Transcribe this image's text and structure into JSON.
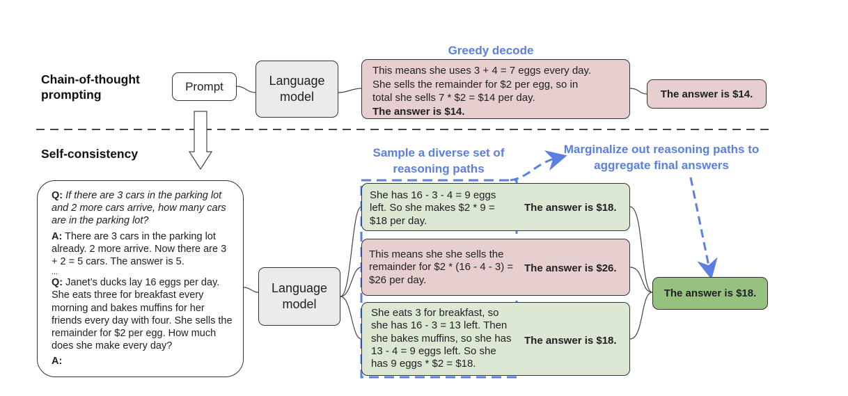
{
  "labels": {
    "cot": "Chain-of-thought prompting",
    "sc": "Self-consistency",
    "greedy": "Greedy decode",
    "sample": "Sample a diverse set of reasoning paths",
    "marginalize": "Marginalize out reasoning paths to aggregate final answers"
  },
  "prompt_box": "Prompt",
  "lm_label": "Language model",
  "greedy_box": {
    "line1": "This means she uses 3 + 4 = 7 eggs every day.",
    "line2": "She sells the remainder for $2 per egg, so in",
    "line3": "total she sells 7 * $2 = $14 per day.",
    "line4": "The answer is $14."
  },
  "greedy_answer": "The answer is $14.",
  "question_box": {
    "q1_prefix": "Q:",
    "q1": "If there are 3 cars in the parking lot and 2 more cars arrive, how many cars are in the parking lot?",
    "a1_prefix": "A:",
    "a1": "There are 3 cars in the parking lot already. 2 more arrive. Now there are 3 + 2 = 5 cars. The answer is 5.",
    "ellipsis": "...",
    "q2_prefix": "Q:",
    "q2": "Janet’s ducks lay 16 eggs per day. She eats three for breakfast every morning and bakes muffins for her friends every day with four. She sells the remainder for $2 per egg. How much does she make every day?",
    "a2_prefix": "A:"
  },
  "paths": [
    {
      "text": "She has 16 - 3 - 4 = 9 eggs left. So she makes $2 * 9 = $18 per day.",
      "answer": "The answer is $18."
    },
    {
      "text": "This means she she sells the remainder for $2 * (16 - 4 - 3) = $26 per day.",
      "answer": "The answer is $26."
    },
    {
      "text": "She eats 3 for breakfast, so she has 16 - 3 = 13 left. Then she bakes muffins, so she has 13 - 4 = 9 eggs left. So she has 9 eggs * $2 = $18.",
      "answer": "The answer is $18."
    }
  ],
  "final_answer": "The answer is $18.",
  "colors": {
    "blue": "#5b7fe0",
    "pink": "#e8cfcf",
    "light_green": "#dce8d3",
    "dark_green": "#97c17f",
    "gray": "#ebebeb"
  }
}
